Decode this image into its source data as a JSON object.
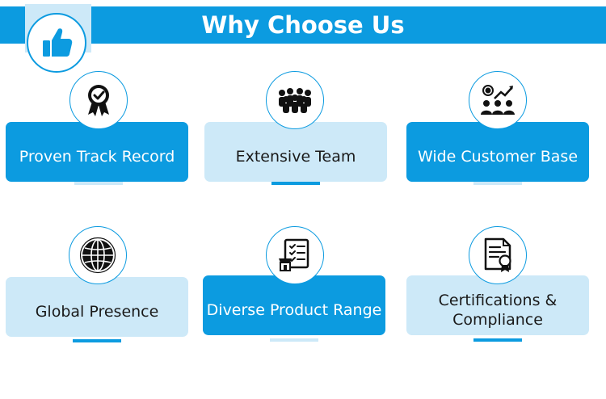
{
  "header": {
    "title": "Why Choose Us"
  },
  "icons": {
    "badge": "thumbs-up-icon",
    "proven": "award-ribbon-icon",
    "team": "crowd-icon",
    "customers": "growth-people-icon",
    "global": "globe-icon",
    "products": "checklist-shop-icon",
    "certs": "certificate-icon"
  },
  "colors": {
    "accent": "#0c9be0",
    "light": "#cde9f8",
    "text": "#1a1a1a"
  },
  "cards": [
    {
      "label": "Proven Track Record"
    },
    {
      "label": "Extensive Team"
    },
    {
      "label": "Wide Customer Base"
    },
    {
      "label": "Global Presence"
    },
    {
      "label": "Diverse Product Range"
    },
    {
      "label": "Certifications & Compliance"
    }
  ]
}
